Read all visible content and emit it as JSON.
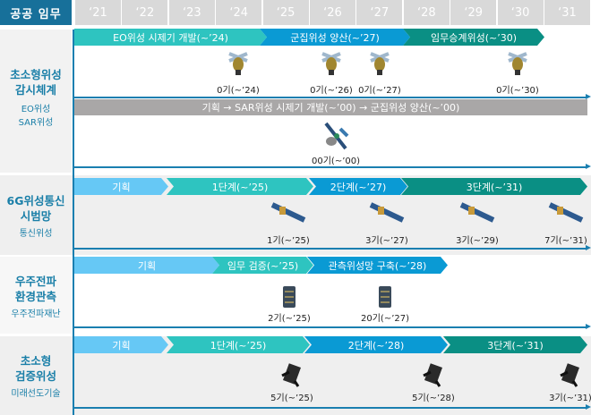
{
  "header": {
    "title": "공공 임무",
    "years": [
      "‘21",
      "‘22",
      "‘23",
      "‘24",
      "‘25",
      "‘26",
      "‘27",
      "‘28",
      "‘29",
      "‘30",
      "‘31"
    ]
  },
  "sections": [
    {
      "name": "초소형위성 감시체계",
      "title_lines": [
        "초소형위성",
        "감시체계"
      ],
      "sub_lines": [
        "EO위성",
        "SAR위성"
      ],
      "phases": [
        "EO위성 시제기 개발(~’24)",
        "군집위성 양산(~’27)",
        "임무승계위성(~’30)"
      ],
      "sats": [
        "0기(~’24)",
        "0기(~’26)",
        "0기(~’27)",
        "0기(~’30)"
      ],
      "sar_bar": "기획 → SAR위성 시제기 개발(~’00) → 군집위성 양산(~’00)",
      "sar_sat": "00기(~’00)"
    },
    {
      "name": "6G위성통신 시범망",
      "title_lines": [
        "6G위성통신",
        "시범망"
      ],
      "sub_lines": [
        "통신위성"
      ],
      "phases": [
        "기획",
        "1단계(~’25)",
        "2단계(~’27)",
        "3단계(~’31)"
      ],
      "sats": [
        "1기(~’25)",
        "3기(~’27)",
        "3기(~’29)",
        "7기(~’31)"
      ]
    },
    {
      "name": "우주전파 환경관측",
      "title_lines": [
        "우주전파",
        "환경관측"
      ],
      "sub_lines": [
        "우주전파재난"
      ],
      "phases": [
        "기획",
        "임무 검증(~’25)",
        "관측위성망 구축(~’28)"
      ],
      "sats": [
        "2기(~’25)",
        "20기(~’27)"
      ]
    },
    {
      "name": "초소형 검증위성",
      "title_lines": [
        "초소형",
        "검증위성"
      ],
      "sub_lines": [
        "미래선도기술"
      ],
      "phases": [
        "기획",
        "1단계(~’25)",
        "2단계(~’28)",
        "3단계(~’31)"
      ],
      "sats": [
        "5기(~’25)",
        "5기(~’28)",
        "3기(~’31)"
      ]
    }
  ],
  "colors": {
    "plan": "#66c8f5",
    "teal": "#2ec4c0",
    "blue": "#0a9ad4",
    "green": "#0a8f84",
    "header": "#17709a"
  }
}
